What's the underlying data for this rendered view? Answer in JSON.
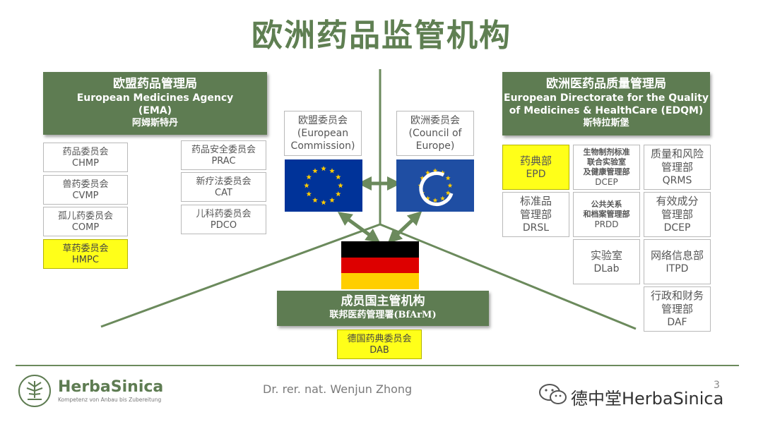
{
  "title": "欧洲药品监管机构",
  "ema": {
    "zh": "欧盟药品管理局",
    "en1": "European Medicines Agency",
    "en2": "(EMA)",
    "city": "阿姆斯特丹",
    "committees_left": [
      {
        "zh": "药品委员会",
        "code": "CHMP",
        "highlight": false
      },
      {
        "zh": "兽药委员会",
        "code": "CVMP",
        "highlight": false
      },
      {
        "zh": "孤儿药委员会",
        "code": "COMP",
        "highlight": false
      },
      {
        "zh": "草药委员会",
        "code": "HMPC",
        "highlight": true
      }
    ],
    "committees_right": [
      {
        "zh": "药品安全委员会",
        "code": "PRAC"
      },
      {
        "zh": "新疗法委员会",
        "code": "CAT"
      },
      {
        "zh": "儿科药委员会",
        "code": "PDCO"
      }
    ]
  },
  "ec": {
    "zh": "欧盟委员会",
    "en1": "(European",
    "en2": "Commission)"
  },
  "coe": {
    "zh": "欧洲委员会",
    "en1": "(Council of",
    "en2": "Europe)"
  },
  "national": {
    "zh": "成员国主管机构",
    "sub": "联邦医药管理署(BfArM)",
    "dab_zh": "德国药典委员会",
    "dab_code": "DAB"
  },
  "edqm": {
    "zh": "欧洲医药品质量管理局",
    "en1": "European Directorate for the Quality",
    "en2": "of Medicines & HealthCare (EDQM)",
    "city": "斯特拉斯堡",
    "depts": {
      "epd": {
        "zh": "药典部",
        "code": "EPD"
      },
      "bio": {
        "zh1": "生物制剂标准",
        "zh2": "联合实验室",
        "zh3": "及健康管理部",
        "code": "DCEP"
      },
      "qrm": {
        "zh1": "质量和风险",
        "zh2": "管理部",
        "code": "QRMS"
      },
      "drsl": {
        "zh1": "标准品",
        "zh2": "管理部",
        "code": "DRSL"
      },
      "prdd": {
        "zh1": "公共关系",
        "zh2": "和档案管理部",
        "code": "PRDD"
      },
      "active": {
        "zh1": "有效成分",
        "zh2": "管理部",
        "code": "DCEP"
      },
      "lab": {
        "zh": "实验室",
        "code": "DLab"
      },
      "itpd": {
        "zh": "网络信息部",
        "code": "ITPD"
      },
      "daf": {
        "zh1": "行政和财务",
        "zh2": "管理部",
        "code": "DAF"
      }
    }
  },
  "footer": {
    "brand": "HerbaSinica",
    "tagline": "Kompetenz von Anbau bis Zubereitung",
    "author": "Dr. rer. nat. Wenjun Zhong",
    "page": "3",
    "watermark": "德中堂HerbaSinica"
  },
  "colors": {
    "green": "#5e7c52",
    "yellow": "#ffff19",
    "eu_blue": "#003399",
    "coe_blue": "#1f4ea3"
  }
}
